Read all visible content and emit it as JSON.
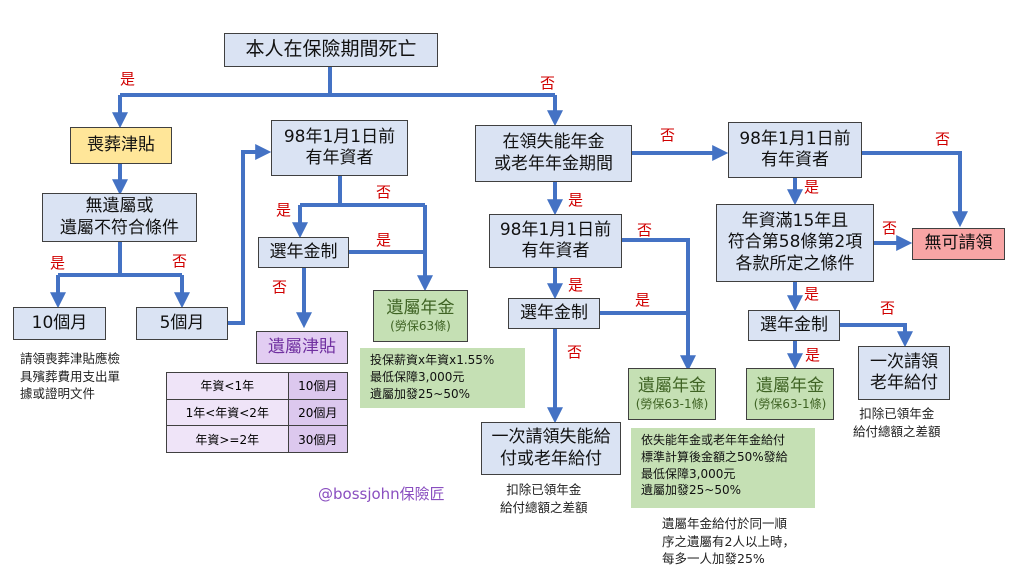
{
  "root": "本人在保險期間死亡",
  "yes": "是",
  "no": "否",
  "left": {
    "funeral": "喪葬津貼",
    "no_heir": [
      "無遺屬或",
      "遺屬不符合條件"
    ],
    "ten_months": "10個月",
    "five_months": "5個月",
    "note": [
      "請領喪葬津貼應檢",
      "具殯葬費用支出單",
      "據或證明文件"
    ]
  },
  "mid_left": {
    "before98": [
      "98年1月1日前",
      "有年資者"
    ],
    "choose": "選年金制",
    "survivor_pension": "遺屬年金",
    "survivor_pension_law": "(勞保63條)",
    "pension_note": [
      "投保薪資x年資x1.55%",
      "最低保障3,000元",
      "遺屬加發25~50%"
    ],
    "survivor_allowance": "遺屬津貼",
    "table": [
      {
        "cond": "年資<1年",
        "value": "10個月"
      },
      {
        "cond": "1年<年資<2年",
        "value": "20個月"
      },
      {
        "cond": "年資>=2年",
        "value": "30個月"
      }
    ]
  },
  "mid_right": {
    "receiving": [
      "在領失能年金",
      "或老年年金期間"
    ],
    "before98": [
      "98年1月1日前",
      "有年資者"
    ],
    "choose": "選年金制",
    "lump": [
      "一次請領失能給",
      "付或老年給付"
    ],
    "lump_note": [
      "扣除已領年金",
      "給付總額之差額"
    ],
    "survivor_pension": "遺屬年金",
    "survivor_pension_law": "(勞保63-1條)",
    "pension_note": [
      "依失能年金或老年年金給付",
      "標準計算後金額之50%發給",
      "最低保障3,000元",
      "遺屬加發25~50%"
    ],
    "extra_note": [
      "遺屬年金給付於同一順",
      "序之遺屬有2人以上時，",
      "每多一人加發25%"
    ]
  },
  "right": {
    "before98": [
      "98年1月1日前",
      "有年資者"
    ],
    "cond15": [
      "年資滿15年且",
      "符合第58條第2項",
      "各款所定之條件"
    ],
    "none": "無可請領",
    "choose": "選年金制",
    "survivor_pension": "遺屬年金",
    "survivor_pension_law": "(勞保63-1條)",
    "lump": [
      "一次請領",
      "老年給付"
    ],
    "lump_note": [
      "扣除已領年金",
      "給付總額之差額"
    ]
  },
  "watermark": "@bossjohn保險匠",
  "colors": {
    "arrow": "#4472c4",
    "yes_no": "#d00000",
    "box_blue": "#dae3f3",
    "box_green": "#c5e0b4",
    "box_purple": "#e2cdf2",
    "box_yellow": "#ffe699",
    "box_pink": "#f8a5a5"
  }
}
